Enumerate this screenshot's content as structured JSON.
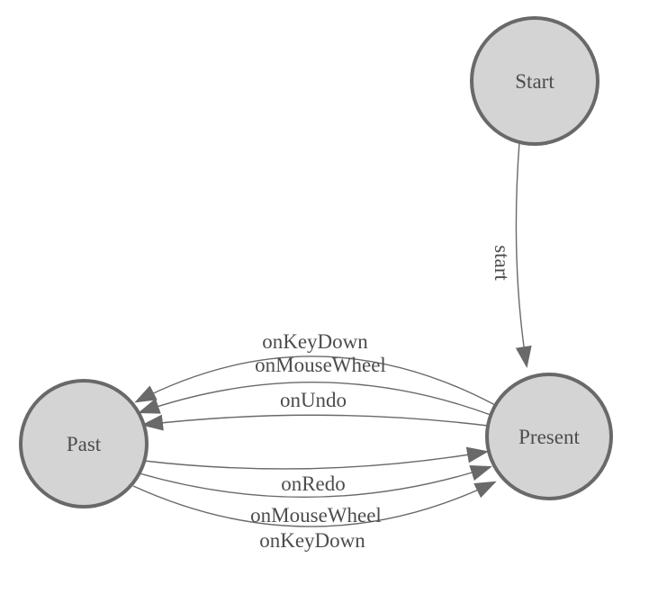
{
  "diagram": {
    "kind": "state-diagram",
    "nodes": {
      "start": {
        "label": "Start"
      },
      "present": {
        "label": "Present"
      },
      "past": {
        "label": "Past"
      }
    },
    "edges": {
      "start_to_present": {
        "label": "start"
      },
      "present_to_past": [
        {
          "label": "onKeyDown"
        },
        {
          "label": "onMouseWheel"
        },
        {
          "label": "onUndo"
        }
      ],
      "past_to_present": [
        {
          "label": "onRedo"
        },
        {
          "label": "onMouseWheel"
        },
        {
          "label": "onKeyDown"
        }
      ]
    },
    "colors": {
      "node_fill": "#d4d4d4",
      "node_stroke": "#696969",
      "edge_stroke": "#696969",
      "arrow_fill": "#696969",
      "label_text": "#4c4c4c",
      "background": "#ffffff"
    }
  }
}
